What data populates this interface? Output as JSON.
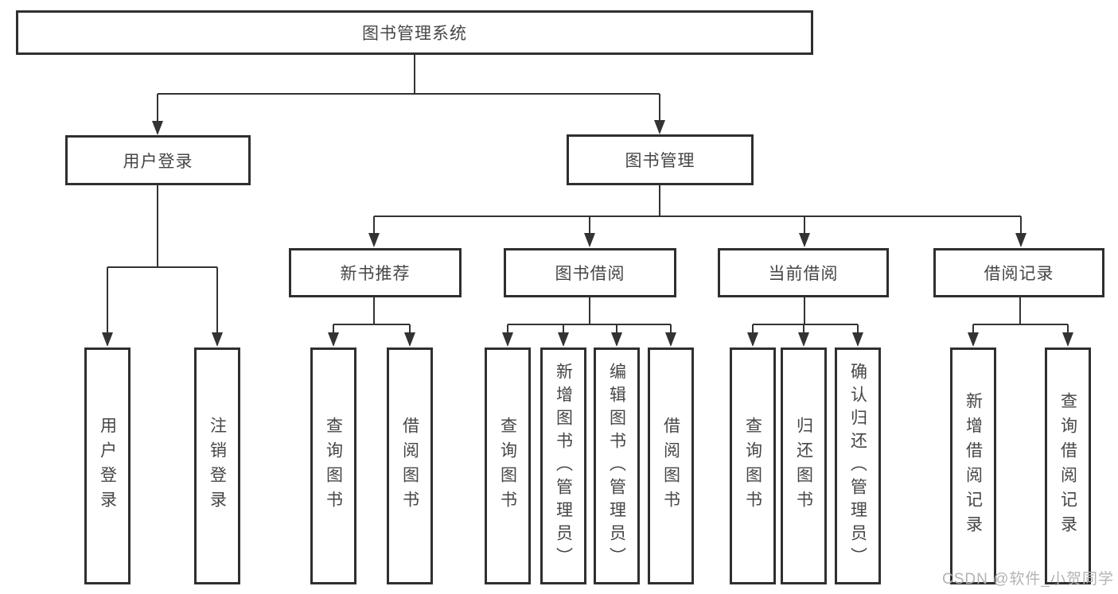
{
  "diagram": {
    "nodes": {
      "root": "图书管理系统",
      "user_login": "用户登录",
      "book_management": "图书管理",
      "leaf_user_login": "用户登录",
      "leaf_logout": "注销登录",
      "new_book_recommend": "新书推荐",
      "book_borrow": "图书借阅",
      "current_borrow": "当前借阅",
      "borrow_record": "借阅记录",
      "nb_query_book": "查询图书",
      "nb_borrow_book": "借阅图书",
      "bb_query_book": "查询图书",
      "bb_add_book": "新增图书（管理员）",
      "bb_edit_book": "编辑图书（管理员）",
      "bb_borrow_book": "借阅图书",
      "cb_query_book": "查询图书",
      "cb_return_book": "归还图书",
      "cb_confirm_return": "确认归还（管理员）",
      "br_add_record": "新增借阅记录",
      "br_query_record": "查询借阅记录"
    }
  },
  "watermark": {
    "text": "CSDN @软件_小贺同学",
    "color": "#b3b3b3"
  },
  "colors": {
    "line": "#333333",
    "box_border": "#2f2f2f",
    "text": "#464646",
    "background": "#ffffff"
  }
}
